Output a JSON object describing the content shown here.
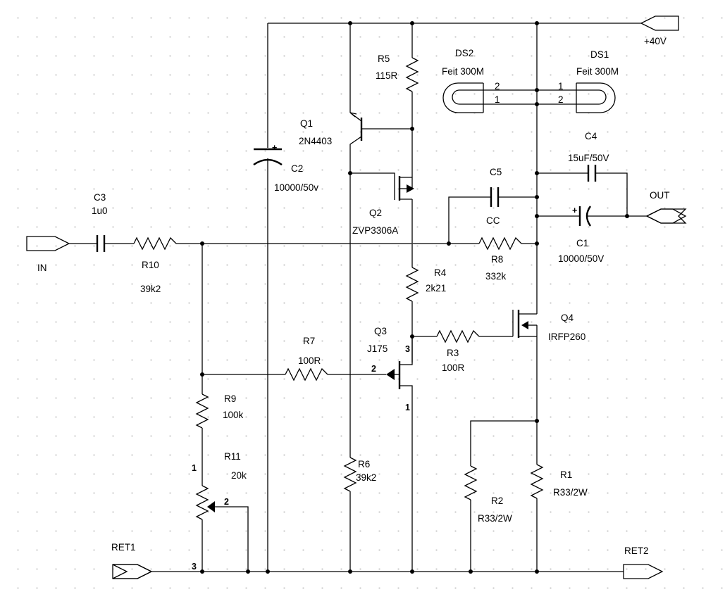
{
  "ports": {
    "in": "IN",
    "out": "OUT",
    "vplus": "+40V",
    "ret1": "RET1",
    "ret2": "RET2"
  },
  "components": {
    "r5": {
      "ref": "R5",
      "value": "115R"
    },
    "r4": {
      "ref": "R4",
      "value": "2k21"
    },
    "r8": {
      "ref": "R8",
      "value": "332k"
    },
    "r10": {
      "ref": "R10",
      "value": "39k2"
    },
    "r7": {
      "ref": "R7",
      "value": "100R"
    },
    "r3": {
      "ref": "R3",
      "value": "100R"
    },
    "r9": {
      "ref": "R9",
      "value": "100k"
    },
    "r11": {
      "ref": "R11",
      "value": "20k",
      "pin1": "1",
      "pin2": "2",
      "pin3": "3"
    },
    "r6": {
      "ref": "R6",
      "value": "39k2"
    },
    "r1": {
      "ref": "R1",
      "value": "R33/2W"
    },
    "r2": {
      "ref": "R2",
      "value": "R33/2W"
    },
    "q1": {
      "ref": "Q1",
      "value": "2N4403"
    },
    "q2": {
      "ref": "Q2",
      "value": "ZVP3306A"
    },
    "q3": {
      "ref": "Q3",
      "value": "J175",
      "pin1": "1",
      "pin2": "2",
      "pin3": "3"
    },
    "q4": {
      "ref": "Q4",
      "value": "IRFP260"
    },
    "c1": {
      "ref": "C1",
      "value": "10000/50V"
    },
    "c2": {
      "ref": "C2",
      "value": "10000/50v"
    },
    "c3": {
      "ref": "C3",
      "value": "1u0"
    },
    "c4": {
      "ref": "C4",
      "value": "15uF/50V"
    },
    "c5": {
      "ref": "C5",
      "value": "CC"
    },
    "ds1": {
      "ref": "DS1",
      "value": "Feit 300M",
      "pin1": "1",
      "pin2": "2"
    },
    "ds2": {
      "ref": "DS2",
      "value": "Feit 300M",
      "pin1": "1",
      "pin2": "2"
    }
  },
  "polarity": {
    "plus": "+"
  }
}
